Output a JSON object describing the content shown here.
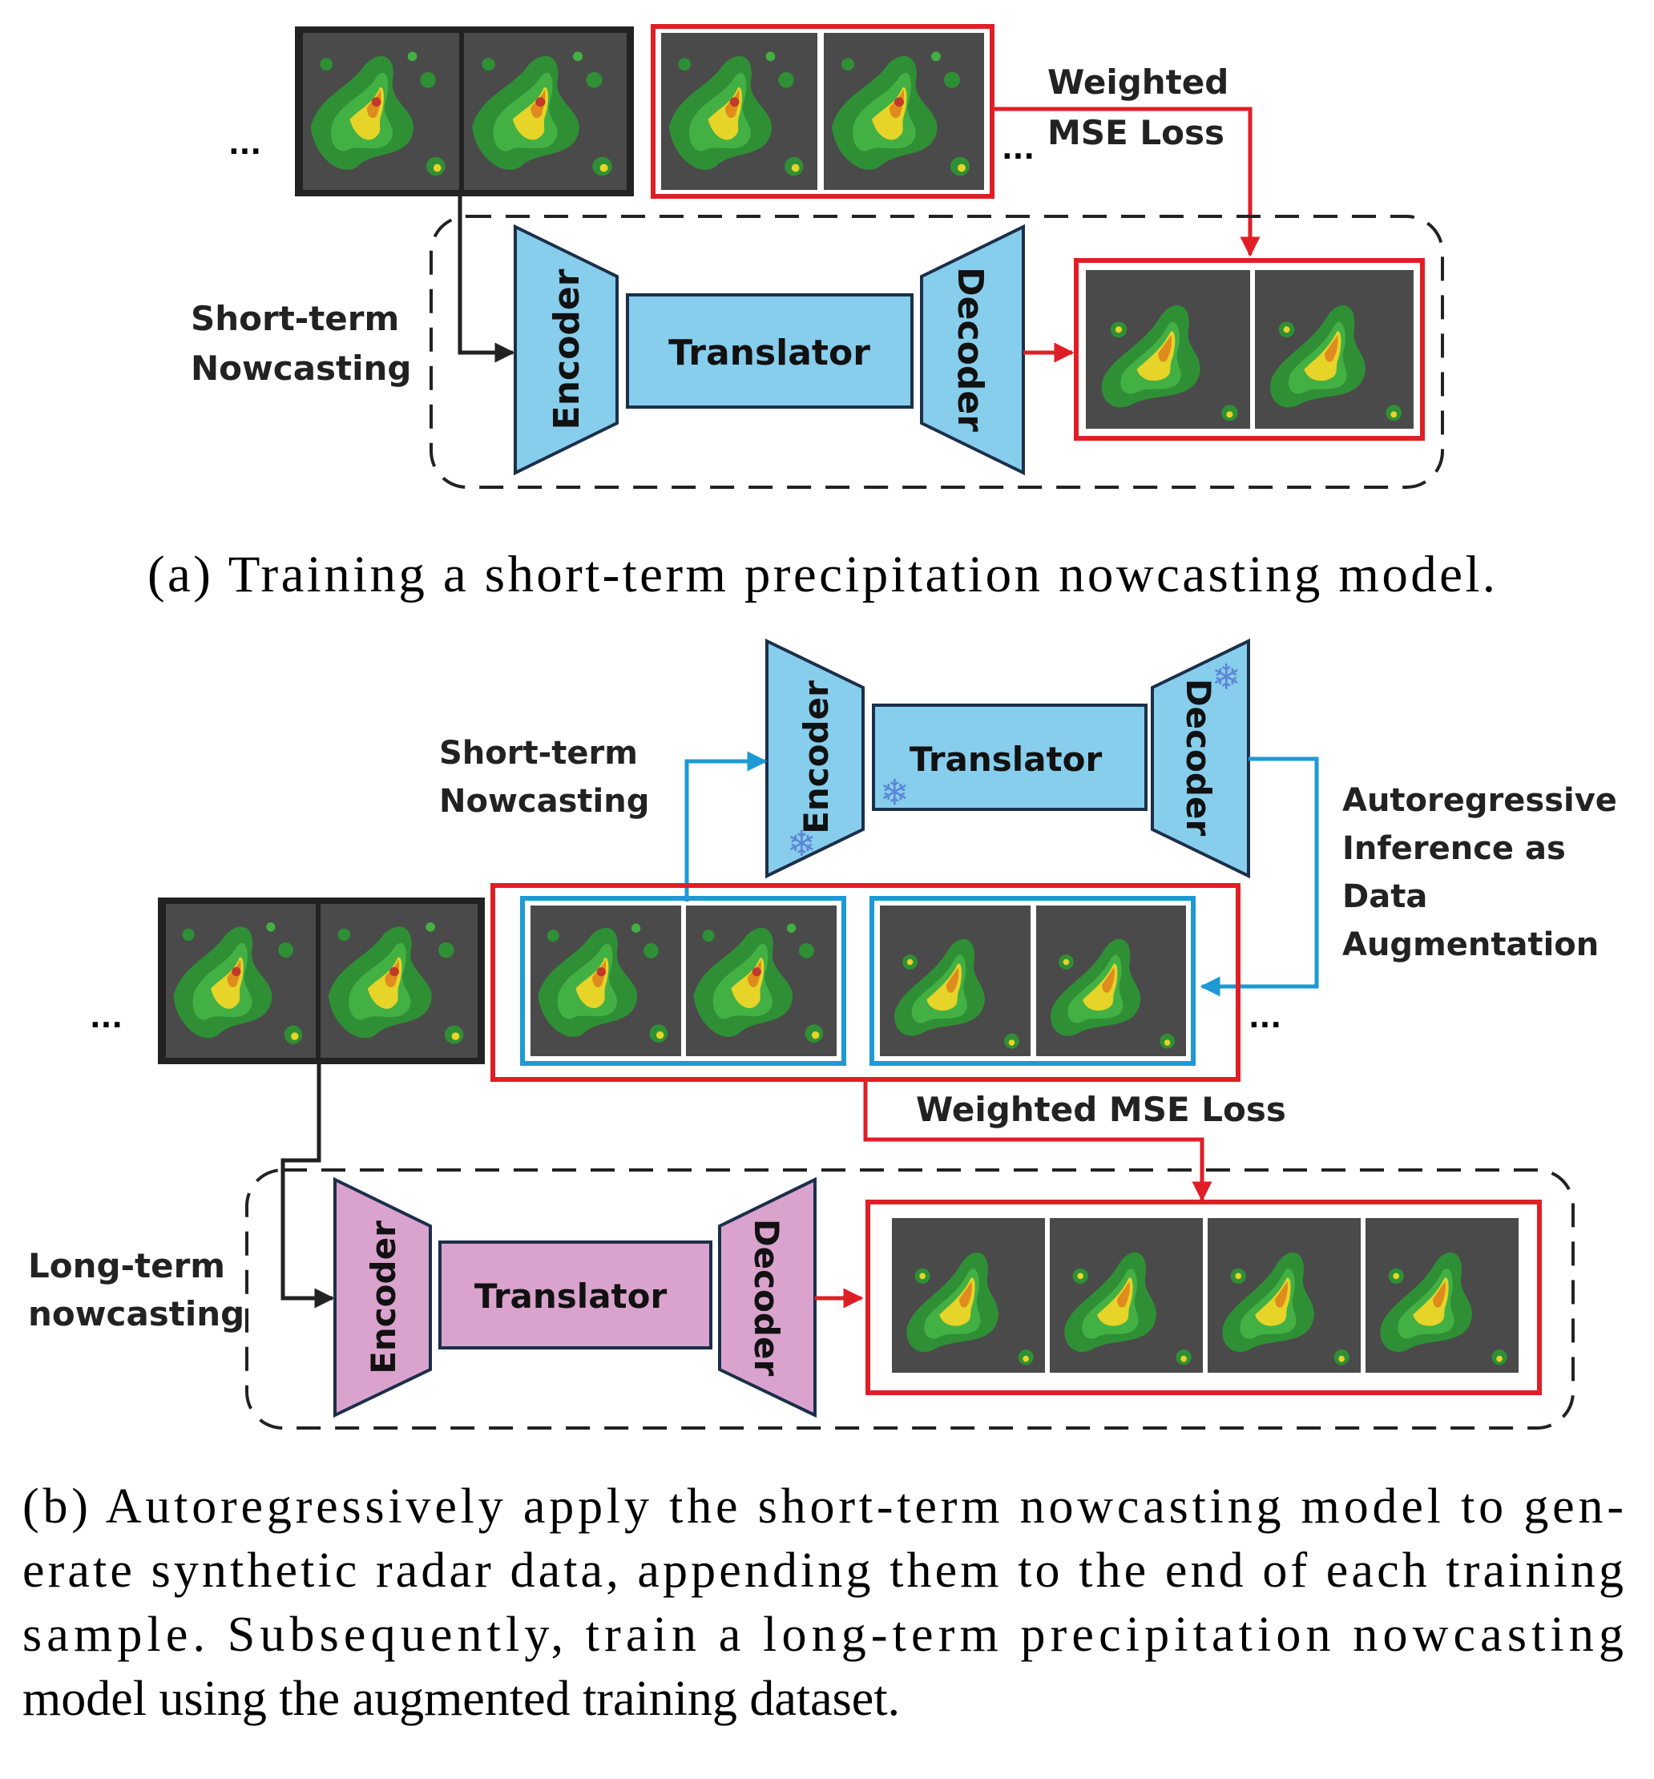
{
  "colors": {
    "blue_block": "#87cdec",
    "pink_block": "#d9a3cd",
    "red": "#e01e26",
    "cyan_arrow": "#1d9ad6",
    "radar_bg": "#4a4a4a"
  },
  "panel_a": {
    "ellipsis_left": "...",
    "ellipsis_mid": "...",
    "loss_label_line1": "Weighted",
    "loss_label_line2": "MSE Loss",
    "side_label_line1": "Short-term",
    "side_label_line2": "Nowcasting",
    "encoder": "Encoder",
    "translator": "Translator",
    "decoder": "Decoder",
    "caption": "(a) Training a short-term precipitation nowcasting model."
  },
  "panel_b": {
    "encoder_top": "Encoder",
    "translator_top": "Translator",
    "decoder_top": "Decoder",
    "short_label_line1": "Short-term",
    "short_label_line2": "Nowcasting",
    "aug_line1": "Autoregressive",
    "aug_line2": "Inference as",
    "aug_line3": "Data",
    "aug_line4": "Augmentation",
    "snowflake": "❄",
    "ellipsis_left": "...",
    "ellipsis_right": "...",
    "loss_label": "Weighted MSE Loss",
    "long_label_line1": "Long-term",
    "long_label_line2": "nowcasting",
    "encoder_bottom": "Encoder",
    "translator_bottom": "Translator",
    "decoder_bottom": "Decoder",
    "caption_line1": "(b) Autoregressively apply the short-term nowcasting model to gen-",
    "caption_line2": "erate synthetic radar data, appending them to the end of each training",
    "caption_line3": "sample. Subsequently, train a long-term precipitation nowcasting",
    "caption_line4": "model using the augmented training dataset."
  }
}
